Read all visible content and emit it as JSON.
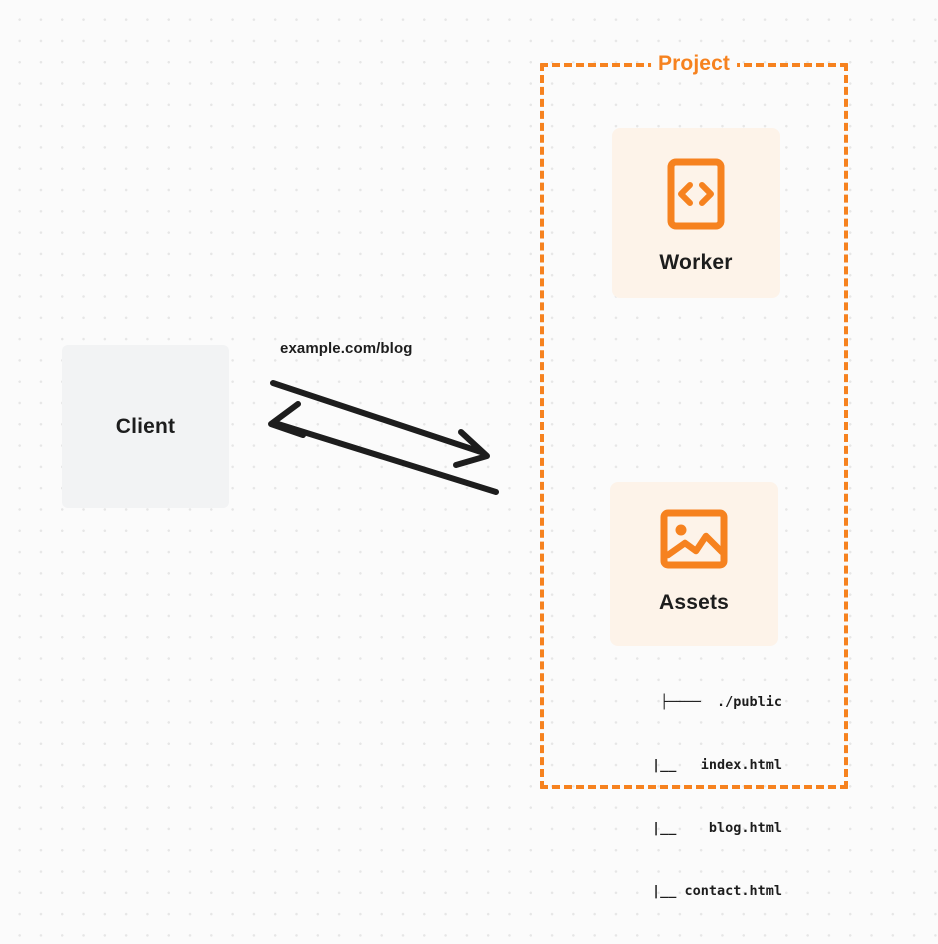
{
  "diagram": {
    "background": "#fbfbfb",
    "accent_color": "#f6821f",
    "tile_color": "#fdf3e9",
    "client_color": "#f2f3f4",
    "text_color": "#1d1d1d"
  },
  "client": {
    "label": "Client"
  },
  "edge": {
    "label": "example.com/blog",
    "request_direction": "client-to-project",
    "response_direction": "project-to-client"
  },
  "project": {
    "label": "Project",
    "tiles": [
      {
        "label": "Worker",
        "icon": "code-file-icon"
      },
      {
        "label": "Assets",
        "icon": "image-icon"
      }
    ],
    "file_tree": {
      "lines": [
        "├────  ./public",
        "    |__   index.html",
        "    |__    blog.html",
        "    |__ contact.html"
      ]
    }
  }
}
